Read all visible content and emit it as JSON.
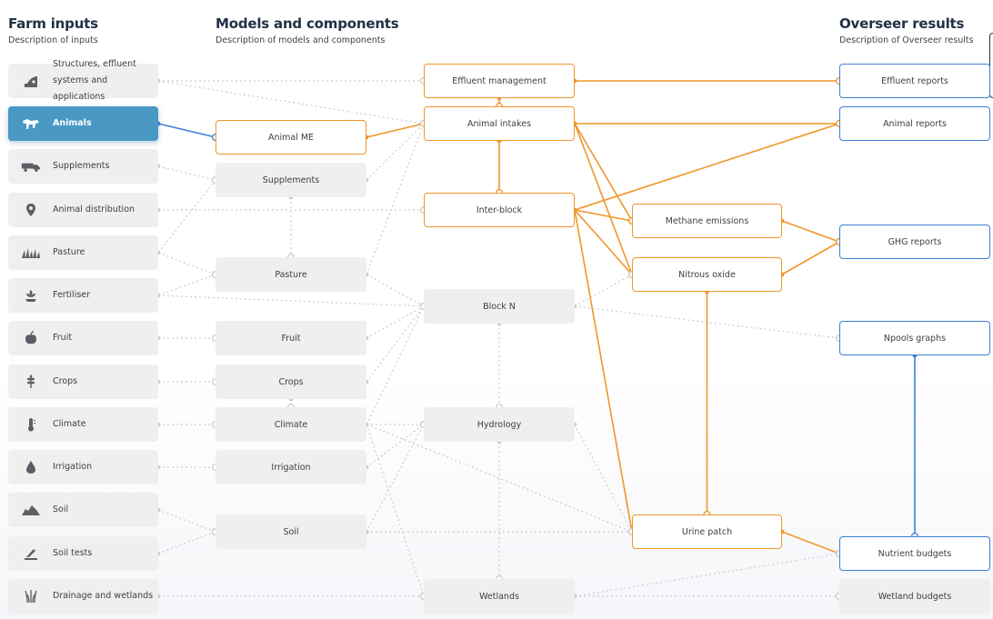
{
  "headers": {
    "inputs": {
      "title": "Farm inputs",
      "desc": "Description of inputs"
    },
    "models": {
      "title": "Models and components",
      "desc": "Description of models and components"
    },
    "results": {
      "title": "Overseer results",
      "desc": "Description of Overseer results"
    }
  },
  "colors": {
    "orange": "#f0962a",
    "blue": "#3d7fd6",
    "grey_link": "#c9ccd1",
    "selected": "#4a98c4"
  },
  "inputs": [
    {
      "id": "structures",
      "label": "Structures, effluent systems and applications",
      "icon": "effluent-structure-icon"
    },
    {
      "id": "animals",
      "label": "Animals",
      "icon": "animal-icon",
      "selected": true
    },
    {
      "id": "supplements",
      "label": "Supplements",
      "icon": "truck-icon"
    },
    {
      "id": "distribution",
      "label": "Animal distribution",
      "icon": "location-pin-icon"
    },
    {
      "id": "pasture",
      "label": "Pasture",
      "icon": "grass-icon"
    },
    {
      "id": "fertiliser",
      "label": "Fertiliser",
      "icon": "fertiliser-icon"
    },
    {
      "id": "fruit",
      "label": "Fruit",
      "icon": "apple-icon"
    },
    {
      "id": "crops",
      "label": "Crops",
      "icon": "wheat-icon"
    },
    {
      "id": "climate",
      "label": "Climate",
      "icon": "thermometer-icon"
    },
    {
      "id": "irrigation",
      "label": "Irrigation",
      "icon": "water-drop-icon"
    },
    {
      "id": "soil",
      "label": "Soil",
      "icon": "soil-icon"
    },
    {
      "id": "soiltests",
      "label": "Soil tests",
      "icon": "soil-test-icon"
    },
    {
      "id": "drainage",
      "label": "Drainage and wetlands",
      "icon": "reeds-icon"
    }
  ],
  "components": [
    {
      "id": "animalme",
      "label": "Animal ME",
      "state": "orange"
    },
    {
      "id": "c_supplements",
      "label": "Supplements",
      "state": "grey"
    },
    {
      "id": "c_pasture",
      "label": "Pasture",
      "state": "grey"
    },
    {
      "id": "c_fruit",
      "label": "Fruit",
      "state": "grey"
    },
    {
      "id": "c_crops",
      "label": "Crops",
      "state": "grey"
    },
    {
      "id": "c_climate",
      "label": "Climate",
      "state": "grey"
    },
    {
      "id": "c_irrigation",
      "label": "Irrigation",
      "state": "grey"
    },
    {
      "id": "c_soil",
      "label": "Soil",
      "state": "grey"
    }
  ],
  "models": [
    {
      "id": "effluent",
      "label": "Effluent management",
      "state": "orange"
    },
    {
      "id": "intakes",
      "label": "Animal intakes",
      "state": "orange"
    },
    {
      "id": "interblock",
      "label": "Inter-block",
      "state": "orange"
    },
    {
      "id": "blockn",
      "label": "Block N",
      "state": "grey"
    },
    {
      "id": "hydrology",
      "label": "Hydrology",
      "state": "grey"
    },
    {
      "id": "wetlands",
      "label": "Wetlands",
      "state": "grey"
    }
  ],
  "submodels": [
    {
      "id": "methane",
      "label": "Methane emissions",
      "state": "orange"
    },
    {
      "id": "nitrous",
      "label": "Nitrous oxide",
      "state": "orange"
    },
    {
      "id": "urine",
      "label": "Urine patch",
      "state": "orange"
    }
  ],
  "results": [
    {
      "id": "r_effluent",
      "label": "Effluent reports",
      "state": "blue"
    },
    {
      "id": "r_animal",
      "label": "Animal reports",
      "state": "blue"
    },
    {
      "id": "r_ghg",
      "label": "GHG reports",
      "state": "blue"
    },
    {
      "id": "r_npools",
      "label": "Npools graphs",
      "state": "blue"
    },
    {
      "id": "r_nutrient",
      "label": "Nutrient budgets",
      "state": "blue"
    },
    {
      "id": "r_wetland",
      "label": "Wetland budgets",
      "state": "grey"
    }
  ],
  "links": [
    {
      "from": "structures",
      "to": "effluent",
      "style": "grey"
    },
    {
      "from": "structures",
      "to": "intakes",
      "style": "grey"
    },
    {
      "from": "animals",
      "to": "animalme",
      "style": "blue"
    },
    {
      "from": "supplements",
      "to": "c_supplements",
      "style": "grey"
    },
    {
      "from": "distribution",
      "to": "interblock",
      "style": "grey"
    },
    {
      "from": "pasture",
      "to": "c_supplements",
      "style": "grey"
    },
    {
      "from": "pasture",
      "to": "c_pasture",
      "style": "grey"
    },
    {
      "from": "fertiliser",
      "to": "c_pasture",
      "style": "grey"
    },
    {
      "from": "fertiliser",
      "to": "blockn",
      "style": "grey"
    },
    {
      "from": "fruit",
      "to": "c_fruit",
      "style": "grey"
    },
    {
      "from": "crops",
      "to": "c_crops",
      "style": "grey"
    },
    {
      "from": "climate",
      "to": "c_climate",
      "style": "grey"
    },
    {
      "from": "irrigation",
      "to": "c_irrigation",
      "style": "grey"
    },
    {
      "from": "soil",
      "to": "c_soil",
      "style": "grey"
    },
    {
      "from": "soiltests",
      "to": "c_soil",
      "style": "grey"
    },
    {
      "from": "drainage",
      "to": "wetlands",
      "style": "grey"
    },
    {
      "from": "animalme",
      "to": "intakes",
      "style": "orange"
    },
    {
      "from": "c_supplements",
      "to": "intakes",
      "style": "grey"
    },
    {
      "from": "c_supplements",
      "to": "c_pasture",
      "style": "grey"
    },
    {
      "from": "c_pasture",
      "to": "intakes",
      "style": "grey"
    },
    {
      "from": "c_pasture",
      "to": "blockn",
      "style": "grey"
    },
    {
      "from": "c_fruit",
      "to": "blockn",
      "style": "grey"
    },
    {
      "from": "c_crops",
      "to": "blockn",
      "style": "grey"
    },
    {
      "from": "c_crops",
      "to": "c_climate",
      "style": "grey"
    },
    {
      "from": "c_climate",
      "to": "blockn",
      "style": "grey"
    },
    {
      "from": "c_climate",
      "to": "hydrology",
      "style": "grey"
    },
    {
      "from": "c_climate",
      "to": "urine",
      "style": "grey"
    },
    {
      "from": "c_climate",
      "to": "wetlands",
      "style": "grey"
    },
    {
      "from": "c_irrigation",
      "to": "hydrology",
      "style": "grey"
    },
    {
      "from": "c_soil",
      "to": "hydrology",
      "style": "grey"
    },
    {
      "from": "c_soil",
      "to": "urine",
      "style": "grey"
    },
    {
      "from": "effluent",
      "to": "intakes",
      "style": "orange"
    },
    {
      "from": "effluent",
      "to": "r_effluent",
      "style": "orange"
    },
    {
      "from": "intakes",
      "to": "interblock",
      "style": "orange"
    },
    {
      "from": "intakes",
      "to": "r_animal",
      "style": "orange"
    },
    {
      "from": "intakes",
      "to": "methane",
      "style": "orange"
    },
    {
      "from": "intakes",
      "to": "nitrous",
      "style": "orange"
    },
    {
      "from": "interblock",
      "to": "r_animal",
      "style": "orange"
    },
    {
      "from": "interblock",
      "to": "methane",
      "style": "orange"
    },
    {
      "from": "interblock",
      "to": "nitrous",
      "style": "orange"
    },
    {
      "from": "interblock",
      "to": "urine",
      "style": "orange"
    },
    {
      "from": "blockn",
      "to": "nitrous",
      "style": "grey"
    },
    {
      "from": "blockn",
      "to": "r_npools",
      "style": "grey"
    },
    {
      "from": "blockn",
      "to": "hydrology",
      "style": "grey"
    },
    {
      "from": "hydrology",
      "to": "urine",
      "style": "grey"
    },
    {
      "from": "hydrology",
      "to": "wetlands",
      "style": "grey"
    },
    {
      "from": "methane",
      "to": "r_ghg",
      "style": "orange"
    },
    {
      "from": "nitrous",
      "to": "r_ghg",
      "style": "orange"
    },
    {
      "from": "nitrous",
      "to": "urine",
      "style": "orange"
    },
    {
      "from": "urine",
      "to": "r_nutrient",
      "style": "orange"
    },
    {
      "from": "wetlands",
      "to": "r_nutrient",
      "style": "grey"
    },
    {
      "from": "wetlands",
      "to": "r_wetland",
      "style": "grey"
    },
    {
      "from": "r_npools",
      "to": "r_nutrient",
      "style": "blue"
    }
  ]
}
